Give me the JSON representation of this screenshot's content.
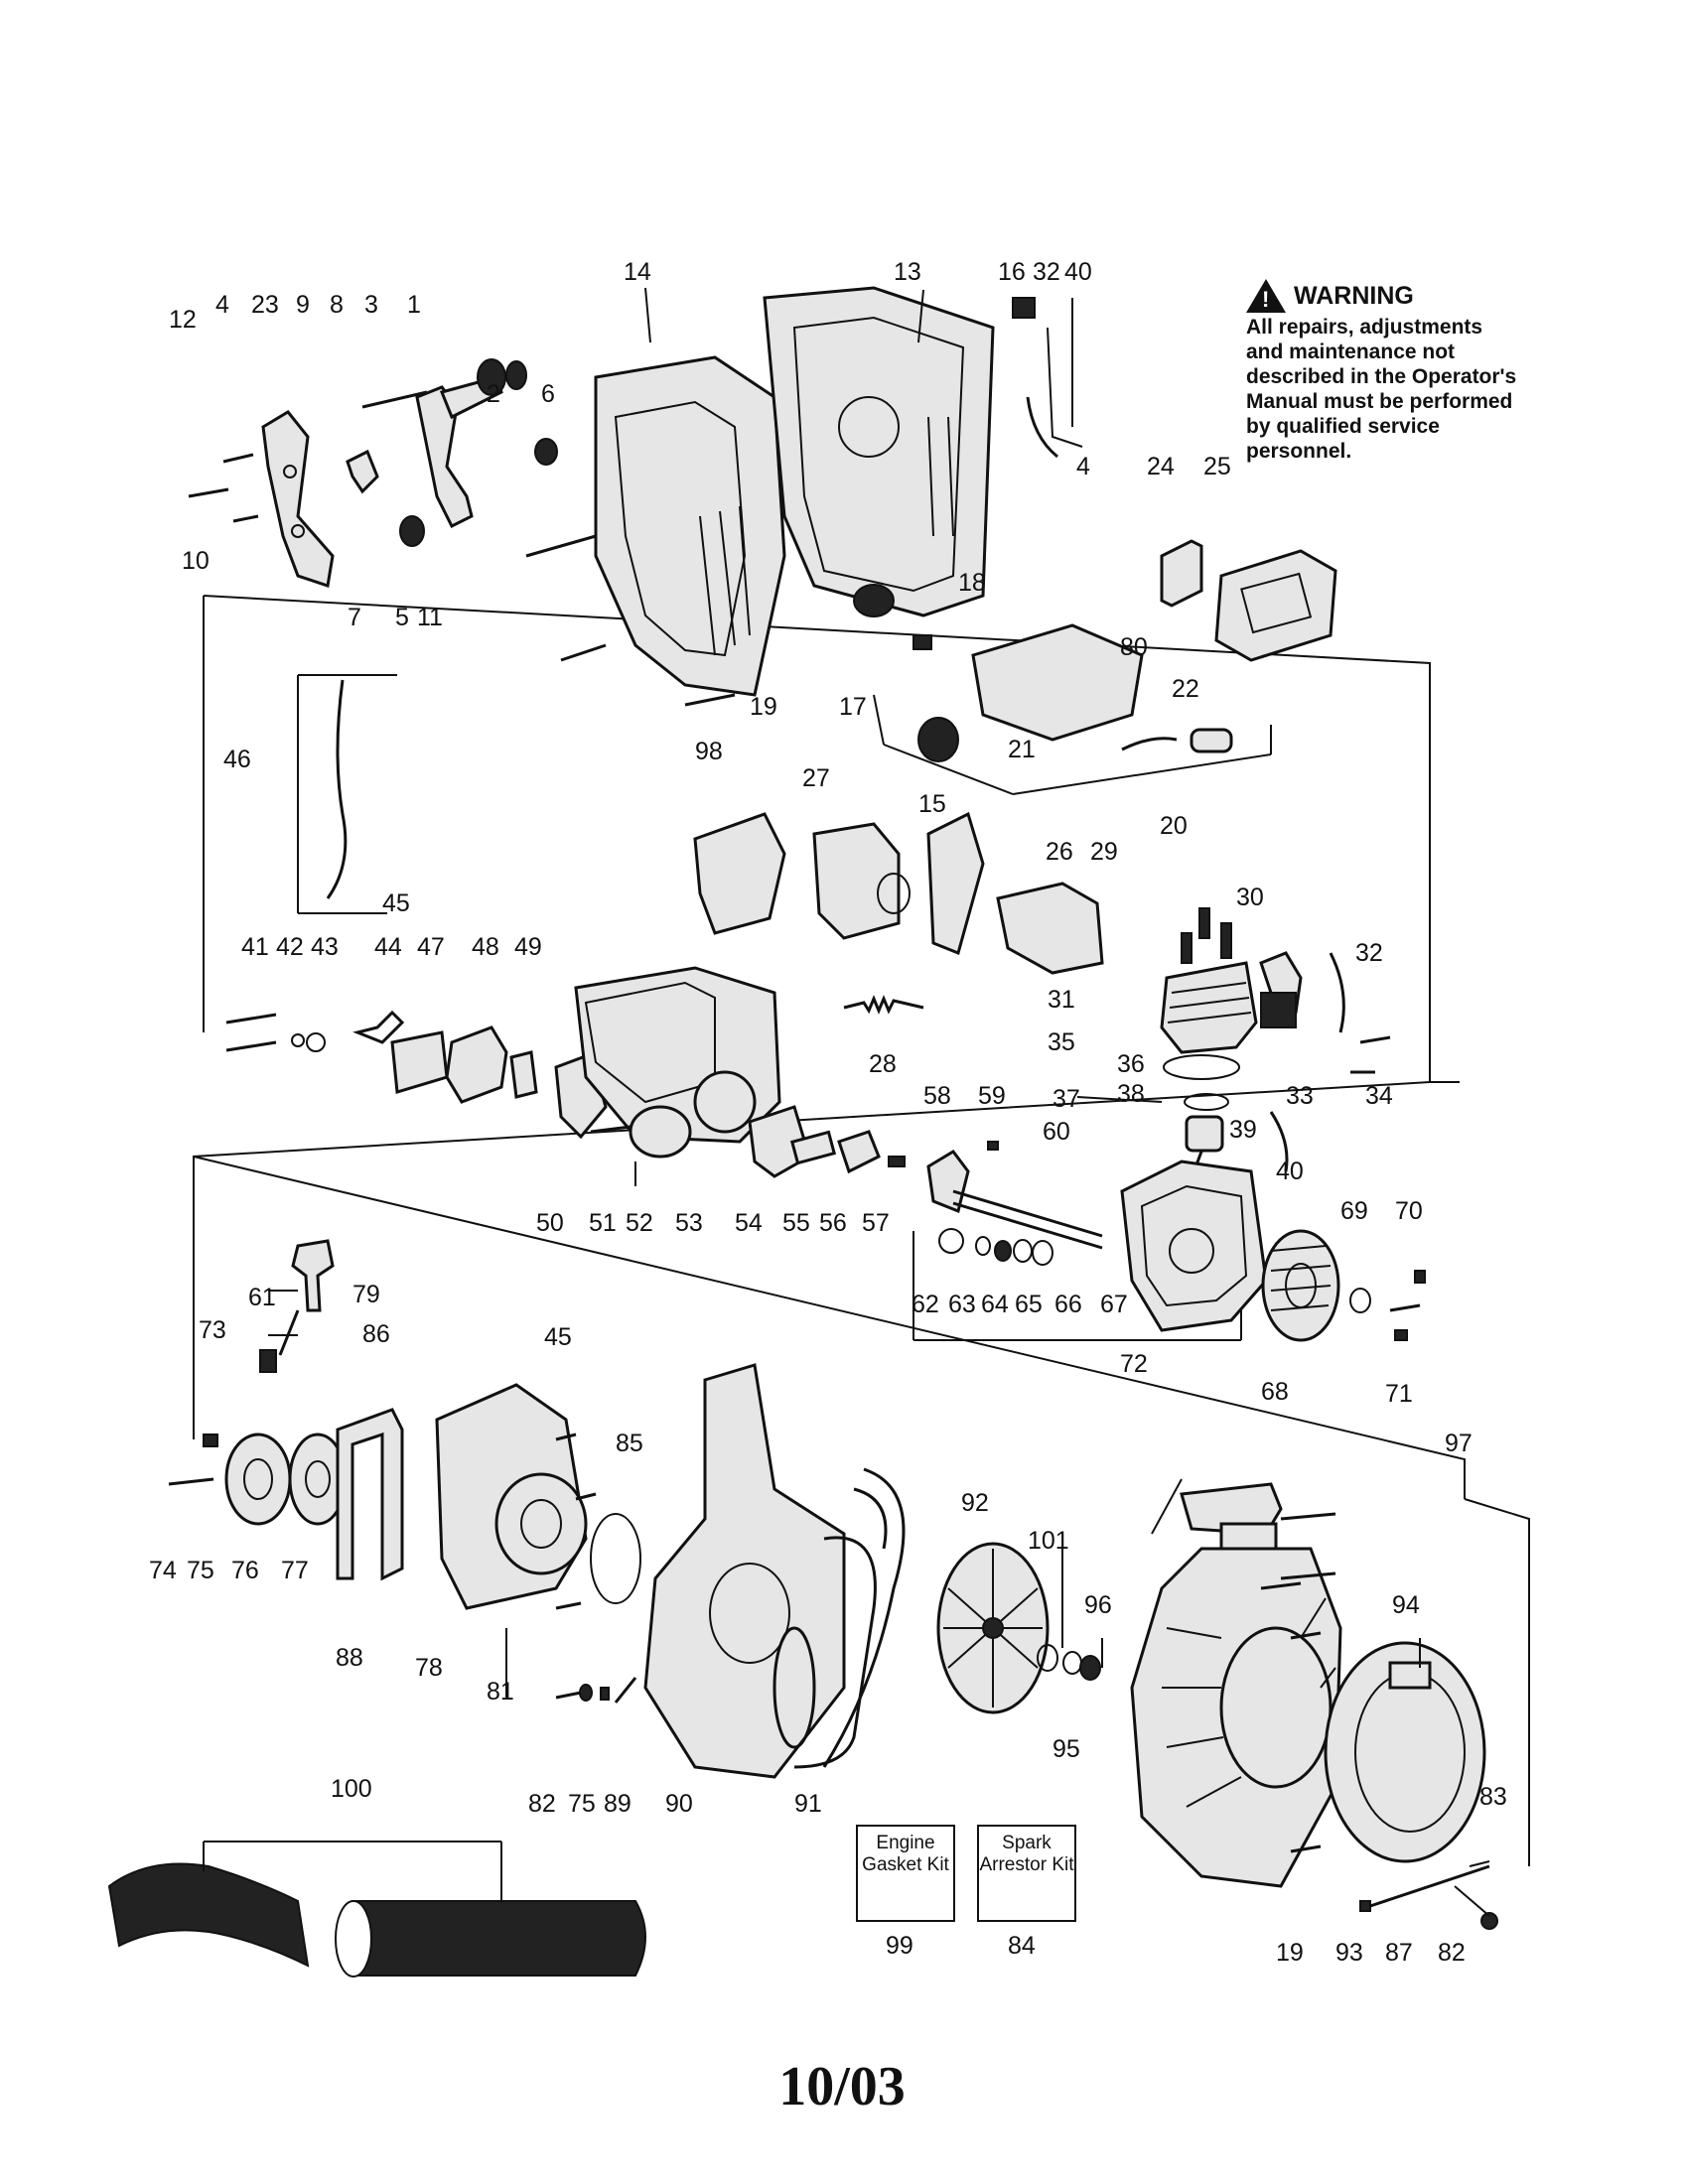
{
  "warning": {
    "title": "WARNING",
    "text": "All repairs, adjustments and maintenance not described in the Operator's Manual must be performed by qualified service personnel."
  },
  "kits": {
    "engine_gasket": "Engine Gasket Kit",
    "spark_arrestor": "Spark Arrestor Kit"
  },
  "footer": "10/03",
  "callouts": [
    {
      "id": "c12",
      "text": "12"
    },
    {
      "id": "c4a",
      "text": "4"
    },
    {
      "id": "c23",
      "text": "23"
    },
    {
      "id": "c9",
      "text": "9"
    },
    {
      "id": "c8",
      "text": "8"
    },
    {
      "id": "c3",
      "text": "3"
    },
    {
      "id": "c1",
      "text": "1"
    },
    {
      "id": "c14",
      "text": "14"
    },
    {
      "id": "c13",
      "text": "13"
    },
    {
      "id": "c16",
      "text": "16"
    },
    {
      "id": "c32a",
      "text": "32"
    },
    {
      "id": "c40a",
      "text": "40"
    },
    {
      "id": "c2",
      "text": "2"
    },
    {
      "id": "c6",
      "text": "6"
    },
    {
      "id": "c10",
      "text": "10"
    },
    {
      "id": "c7",
      "text": "7"
    },
    {
      "id": "c5",
      "text": "5"
    },
    {
      "id": "c11",
      "text": "11"
    },
    {
      "id": "c4b",
      "text": "4"
    },
    {
      "id": "c24",
      "text": "24"
    },
    {
      "id": "c25",
      "text": "25"
    },
    {
      "id": "c18",
      "text": "18"
    },
    {
      "id": "c80",
      "text": "80"
    },
    {
      "id": "c22",
      "text": "22"
    },
    {
      "id": "c19a",
      "text": "19"
    },
    {
      "id": "c17",
      "text": "17"
    },
    {
      "id": "c21",
      "text": "21"
    },
    {
      "id": "c20",
      "text": "20"
    },
    {
      "id": "c46",
      "text": "46"
    },
    {
      "id": "c98",
      "text": "98"
    },
    {
      "id": "c27",
      "text": "27"
    },
    {
      "id": "c15",
      "text": "15"
    },
    {
      "id": "c26",
      "text": "26"
    },
    {
      "id": "c29",
      "text": "29"
    },
    {
      "id": "c30",
      "text": "30"
    },
    {
      "id": "c45a",
      "text": "45"
    },
    {
      "id": "c32b",
      "text": "32"
    },
    {
      "id": "c41",
      "text": "41"
    },
    {
      "id": "c42",
      "text": "42"
    },
    {
      "id": "c43",
      "text": "43"
    },
    {
      "id": "c44",
      "text": "44"
    },
    {
      "id": "c47",
      "text": "47"
    },
    {
      "id": "c48",
      "text": "48"
    },
    {
      "id": "c49",
      "text": "49"
    },
    {
      "id": "c31",
      "text": "31"
    },
    {
      "id": "c35",
      "text": "35"
    },
    {
      "id": "c36",
      "text": "36"
    },
    {
      "id": "c37",
      "text": "37"
    },
    {
      "id": "c38",
      "text": "38"
    },
    {
      "id": "c33",
      "text": "33"
    },
    {
      "id": "c34",
      "text": "34"
    },
    {
      "id": "c28",
      "text": "28"
    },
    {
      "id": "c58",
      "text": "58"
    },
    {
      "id": "c59",
      "text": "59"
    },
    {
      "id": "c60",
      "text": "60"
    },
    {
      "id": "c39",
      "text": "39"
    },
    {
      "id": "c40b",
      "text": "40"
    },
    {
      "id": "c50",
      "text": "50"
    },
    {
      "id": "c51",
      "text": "51"
    },
    {
      "id": "c52",
      "text": "52"
    },
    {
      "id": "c53",
      "text": "53"
    },
    {
      "id": "c54",
      "text": "54"
    },
    {
      "id": "c55",
      "text": "55"
    },
    {
      "id": "c56",
      "text": "56"
    },
    {
      "id": "c57",
      "text": "57"
    },
    {
      "id": "c69",
      "text": "69"
    },
    {
      "id": "c70",
      "text": "70"
    },
    {
      "id": "c62",
      "text": "62"
    },
    {
      "id": "c63",
      "text": "63"
    },
    {
      "id": "c64",
      "text": "64"
    },
    {
      "id": "c65",
      "text": "65"
    },
    {
      "id": "c66",
      "text": "66"
    },
    {
      "id": "c67",
      "text": "67"
    },
    {
      "id": "c72",
      "text": "72"
    },
    {
      "id": "c68",
      "text": "68"
    },
    {
      "id": "c71",
      "text": "71"
    },
    {
      "id": "c79",
      "text": "79"
    },
    {
      "id": "c61",
      "text": "61"
    },
    {
      "id": "c86",
      "text": "86"
    },
    {
      "id": "c73",
      "text": "73"
    },
    {
      "id": "c45b",
      "text": "45"
    },
    {
      "id": "c97",
      "text": "97"
    },
    {
      "id": "c85",
      "text": "85"
    },
    {
      "id": "c92",
      "text": "92"
    },
    {
      "id": "c101",
      "text": "101"
    },
    {
      "id": "c96",
      "text": "96"
    },
    {
      "id": "c94",
      "text": "94"
    },
    {
      "id": "c74",
      "text": "74"
    },
    {
      "id": "c75a",
      "text": "75"
    },
    {
      "id": "c76",
      "text": "76"
    },
    {
      "id": "c77",
      "text": "77"
    },
    {
      "id": "c88",
      "text": "88"
    },
    {
      "id": "c78",
      "text": "78"
    },
    {
      "id": "c81",
      "text": "81"
    },
    {
      "id": "c95",
      "text": "95"
    },
    {
      "id": "c82a",
      "text": "82"
    },
    {
      "id": "c75b",
      "text": "75"
    },
    {
      "id": "c89",
      "text": "89"
    },
    {
      "id": "c90",
      "text": "90"
    },
    {
      "id": "c91",
      "text": "91"
    },
    {
      "id": "c83",
      "text": "83"
    },
    {
      "id": "c100",
      "text": "100"
    },
    {
      "id": "c99",
      "text": "99"
    },
    {
      "id": "c84",
      "text": "84"
    },
    {
      "id": "c19b",
      "text": "19"
    },
    {
      "id": "c93",
      "text": "93"
    },
    {
      "id": "c87",
      "text": "87"
    },
    {
      "id": "c82b",
      "text": "82"
    }
  ]
}
